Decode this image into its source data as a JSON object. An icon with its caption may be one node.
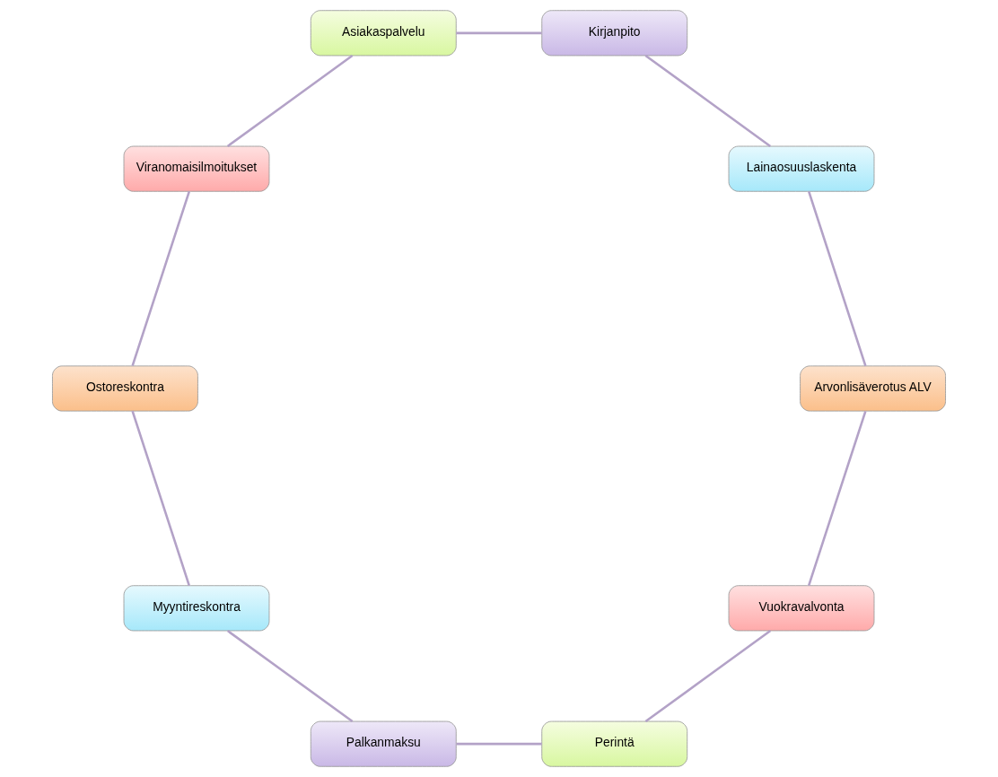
{
  "diagram": {
    "nodes": [
      {
        "text": [
          "Vuokravalvonta"
        ]
      },
      {
        "text": [
          "Perintä"
        ]
      },
      {
        "text": [
          "Palkanmaksu"
        ]
      },
      {
        "text": [
          "Myyntireskontra"
        ]
      },
      {
        "text": [
          "Ostoreskontra"
        ]
      },
      {
        "text": [
          "Viranomaisilmoitukset"
        ]
      },
      {
        "text": [
          "Asiakaspalvelu"
        ]
      },
      {
        "text": [
          "Kirjanpito"
        ]
      },
      {
        "text": [
          "Lainaosuuslaskenta"
        ]
      },
      {
        "text": [
          "Arvonlisäverotus ALV"
        ]
      }
    ],
    "edges": [
      {
        "from": 0,
        "to": 1,
        "arrow": "none"
      },
      {
        "from": 1,
        "to": 2,
        "arrow": "none"
      },
      {
        "from": 2,
        "to": 3,
        "arrow": "none"
      },
      {
        "from": 3,
        "to": 4,
        "arrow": "none"
      },
      {
        "from": 4,
        "to": 5,
        "arrow": "none"
      },
      {
        "from": 5,
        "to": 6,
        "arrow": "none"
      },
      {
        "from": 6,
        "to": 7,
        "arrow": "none"
      },
      {
        "from": 7,
        "to": 8,
        "arrow": "none"
      },
      {
        "from": 8,
        "to": 9,
        "arrow": "none"
      },
      {
        "from": 9,
        "to": 0,
        "arrow": "none"
      }
    ]
  }
}
